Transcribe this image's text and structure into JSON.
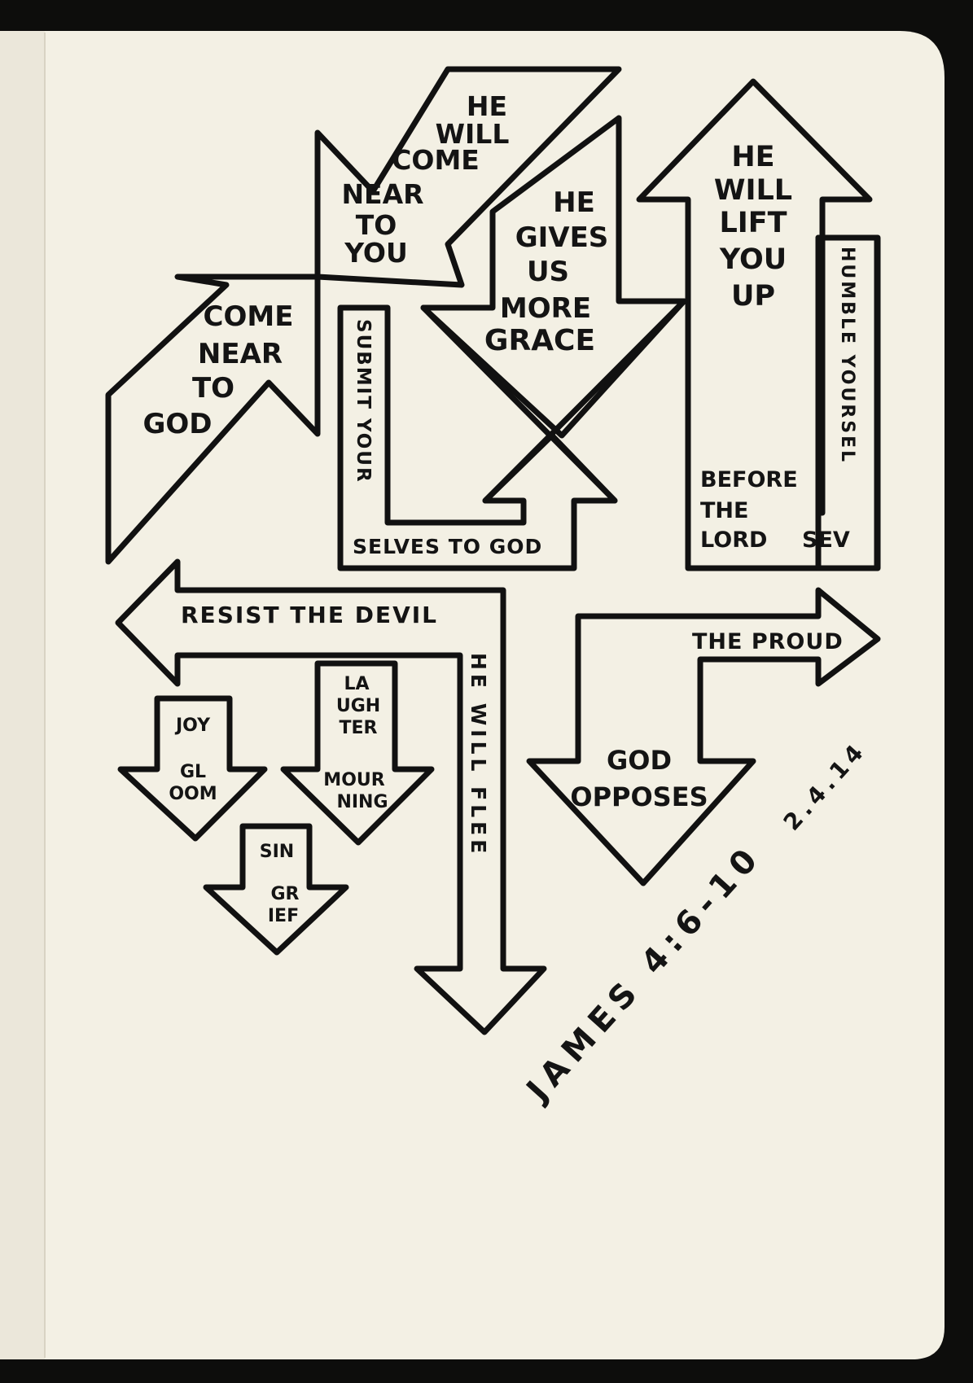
{
  "page": {
    "paper_color": "#f3f0e4",
    "ink_color": "#141414",
    "background_color": "#0d0d0c"
  },
  "come_near_to_god": [
    "COME",
    "NEAR",
    "TO",
    "GOD"
  ],
  "he_will_come_near_to_you": [
    "HE",
    "WILL",
    "COME",
    "NEAR",
    "TO",
    "YOU"
  ],
  "he_gives_us_more_grace": [
    "HE",
    "GIVES",
    "US",
    "MORE",
    "GRACE"
  ],
  "submit_yourselves": {
    "vertical": "SUBMIT YOUR",
    "horizontal": "SELVES TO GOD"
  },
  "he_will_lift_you_up": [
    "HE",
    "WILL",
    "LIFT",
    "YOU",
    "UP"
  ],
  "humble_yourselves": {
    "vertical": "HUMBLE YOURSEL",
    "before": [
      "BEFORE",
      "THE",
      "LORD"
    ],
    "ending": "SEV"
  },
  "resist_the_devil": {
    "horizontal": "RESIST THE DEVIL",
    "vertical": "HE WILL FLEE"
  },
  "god_opposes_the_proud": {
    "right_label": "THE PROUD",
    "down_label": [
      "GOD",
      "OPPOSES"
    ]
  },
  "small_arrows": {
    "joy_gloom": {
      "top": "JOY",
      "bottom": [
        "GL",
        "OOM"
      ]
    },
    "laughter_mourning": {
      "top": [
        "LA",
        "UGH",
        "TER"
      ],
      "bottom": [
        "MOUR",
        "NING"
      ]
    },
    "sin_grief": {
      "top": "SIN",
      "bottom": [
        "GR",
        "IEF"
      ]
    }
  },
  "reference": {
    "text": "JAMES 4:6-10",
    "date": "2.4.14"
  }
}
